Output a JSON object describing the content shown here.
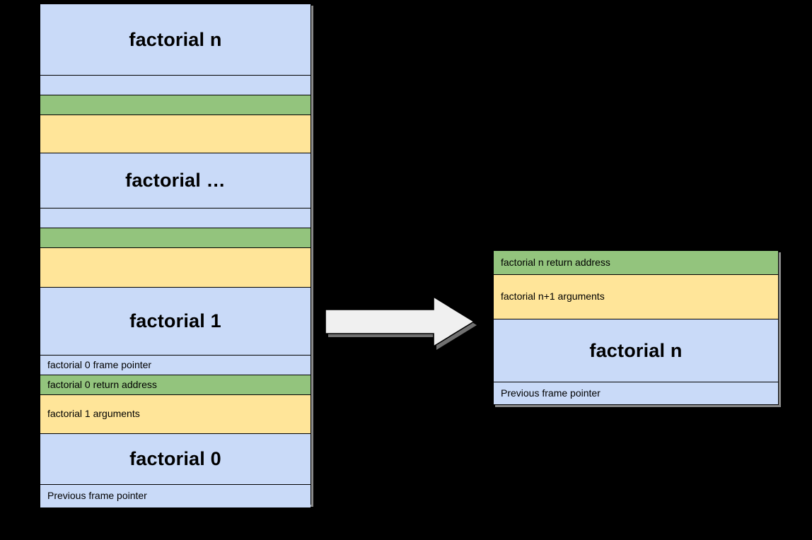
{
  "diagram": {
    "title": "recursive call stack frames for factorial",
    "colors": {
      "frame_blue": "#c9daf8",
      "return_address_green": "#93c47d",
      "arguments_yellow": "#ffe599",
      "border": "#000000",
      "background": "#000000",
      "arrow_fill": "#f0f0f0",
      "arrow_stroke": "#000000"
    },
    "arrow": {
      "name": "right-block-arrow",
      "direction": "right"
    }
  },
  "left_stack": {
    "name": "full-recursive-call-stack",
    "rows": [
      {
        "id": "r0",
        "text": "factorial n",
        "color": "blue",
        "kind": "title",
        "height": 101
      },
      {
        "id": "r1",
        "text": "",
        "color": "blue",
        "kind": "empty",
        "height": 28
      },
      {
        "id": "r2",
        "text": "",
        "color": "green",
        "kind": "empty",
        "height": 28
      },
      {
        "id": "r3",
        "text": "",
        "color": "yellow",
        "kind": "empty",
        "height": 54
      },
      {
        "id": "r4",
        "text": "factorial …",
        "color": "blue",
        "kind": "title",
        "height": 78
      },
      {
        "id": "r5",
        "text": "",
        "color": "blue",
        "kind": "empty",
        "height": 28
      },
      {
        "id": "r6",
        "text": "",
        "color": "green",
        "kind": "empty",
        "height": 28
      },
      {
        "id": "r7",
        "text": "",
        "color": "yellow",
        "kind": "empty",
        "height": 56
      },
      {
        "id": "r8",
        "text": "factorial 1",
        "color": "blue",
        "kind": "title",
        "height": 96
      },
      {
        "id": "r9",
        "text": "factorial 0 frame pointer",
        "color": "blue",
        "kind": "label",
        "height": 28
      },
      {
        "id": "r10",
        "text": "factorial 0 return address",
        "color": "green",
        "kind": "label",
        "height": 28
      },
      {
        "id": "r11",
        "text": "factorial 1 arguments",
        "color": "yellow",
        "kind": "label",
        "height": 55
      },
      {
        "id": "r12",
        "text": "factorial 0",
        "color": "blue",
        "kind": "title",
        "height": 72
      },
      {
        "id": "r13",
        "text": "Previous frame pointer",
        "color": "blue",
        "kind": "label",
        "height": 32
      }
    ]
  },
  "right_stack": {
    "name": "single-frame-detail",
    "rows": [
      {
        "id": "d0",
        "text": "factorial n return address",
        "color": "green",
        "kind": "label",
        "height": 34
      },
      {
        "id": "d1",
        "text": "factorial n+1 arguments",
        "color": "yellow",
        "kind": "label",
        "height": 63
      },
      {
        "id": "d2",
        "text": "factorial n",
        "color": "blue",
        "kind": "title",
        "height": 89
      },
      {
        "id": "d3",
        "text": "Previous frame pointer",
        "color": "blue",
        "kind": "label",
        "height": 31
      }
    ]
  }
}
